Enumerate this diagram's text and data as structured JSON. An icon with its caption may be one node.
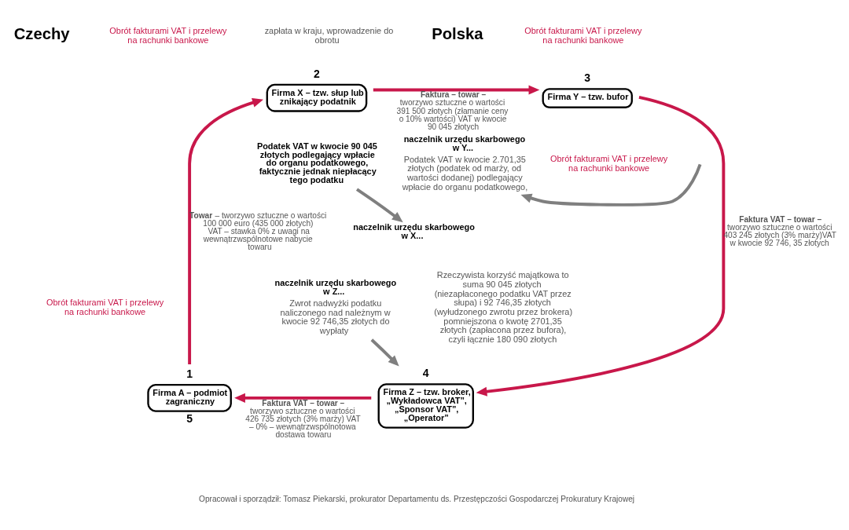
{
  "diagram": {
    "caption": "Opracował i sporządził: Tomasz Piekarski, prokurator Departamentu ds. Przestępczości Gospodarczej Prokuratury Krajowej",
    "nodes": [
      {
        "text": [
          "Firma A – podmiot zagraniczny"
        ],
        "beside": [
          "1",
          "5"
        ]
      },
      {
        "text": [
          "Firma X – tzw. słup lub znikający podatnik"
        ],
        "beside": [
          "2"
        ]
      },
      {
        "text": [
          "Firma Y – tzw. bufor"
        ],
        "beside": [
          "3"
        ]
      },
      {
        "text": [
          "Firma Z – tzw. broker, „Wykładowca VAT”, „Sponsor VAT”, „Operator”"
        ],
        "beside": [
          "4"
        ]
      },
      {
        "text": [
          "naczelnik urzędu skarbowego w X..."
        ]
      },
      {
        "text": [
          "naczelnik urzędu skarbowego w Z...",
          "Zwrot nadwyżki podatku naliczonego nad należnym w kwocie 92 746,35 złotych do wypłaty"
        ]
      },
      {
        "text": [
          "naczelnik urzędu skarbowego w Y...",
          "Podatek VAT w kwocie 2.701,35 złotych (podatek od marży, od wartości dodanej) podlegający wpłacie do organu podatkowego,"
        ]
      },
      {
        "text": [
          "Podatek VAT w kwocie 90 045 złotych podlegający wpłacie do organu podatkowego, faktycznie jednak niepłacący tego podatku"
        ]
      }
    ],
    "edges": [
      {
        "from": 0,
        "to": 1,
        "arrow": "to",
        "label": "**Towar** – tworzywo sztuczne o wartości 100 000 euro (435 000 złotych) VAT – stawka 0% z uwagi na wewnątrzwspólnotowe nabycie towaru"
      },
      {
        "from": 1,
        "to": 2,
        "arrow": "to",
        "label": "**Faktura – towar –** tworzywo sztuczne o wartości 391 500 złotych (złamanie ceny o 10% wartości) VAT w kwocie 90 045 złotych"
      },
      {
        "from": 2,
        "to": 3,
        "arrow": "to",
        "label": "**Faktura VAT – towar –** tworzywo sztuczne o wartości 403 245 złotych (3% marży)VAT w kwocie 92 746, 35 złotych"
      },
      {
        "from": 3,
        "to": 0,
        "arrow": "to",
        "label": "**Faktura VAT – towar –** tworzywo sztuczne o wartości 426 735 złotych (3% marży) VAT – 0% – wewnątrzwspólnotowa dostawa towaru"
      },
      {
        "from": 7,
        "to": 4,
        "arrow": "to",
        "color": "#7f7f7f"
      },
      {
        "from": 5,
        "to": 3,
        "arrow": "to",
        "color": "#7f7f7f"
      },
      {
        "from": null,
        "to": 6,
        "arrow": "to",
        "color": "#7f7f7f"
      }
    ],
    "labels": [
      "Czechy",
      "Obrót fakturami VAT i przelewy na rachunki bankowe",
      "zapłata w kraju, wprowadzenie do obrotu",
      "Polska",
      "Obrót fakturami VAT i przelewy na rachunki bankowe",
      "Obrót fakturami VAT i przelewy na rachunki bankowe",
      "Obrót fakturami VAT i przelewy na rachunki bankowe",
      "Rzeczywista korzyść majątkowa to suma 90 045 złotych (niezapłaconego podatku VAT przez słupa) i 92 746,35 złotych (wyłudzonego zwrotu przez brokera) pomniejszona o kwotę 2701,35 złotych (zapłacona przez bufora), czyli łącznie 180 090 złotych"
    ]
  }
}
